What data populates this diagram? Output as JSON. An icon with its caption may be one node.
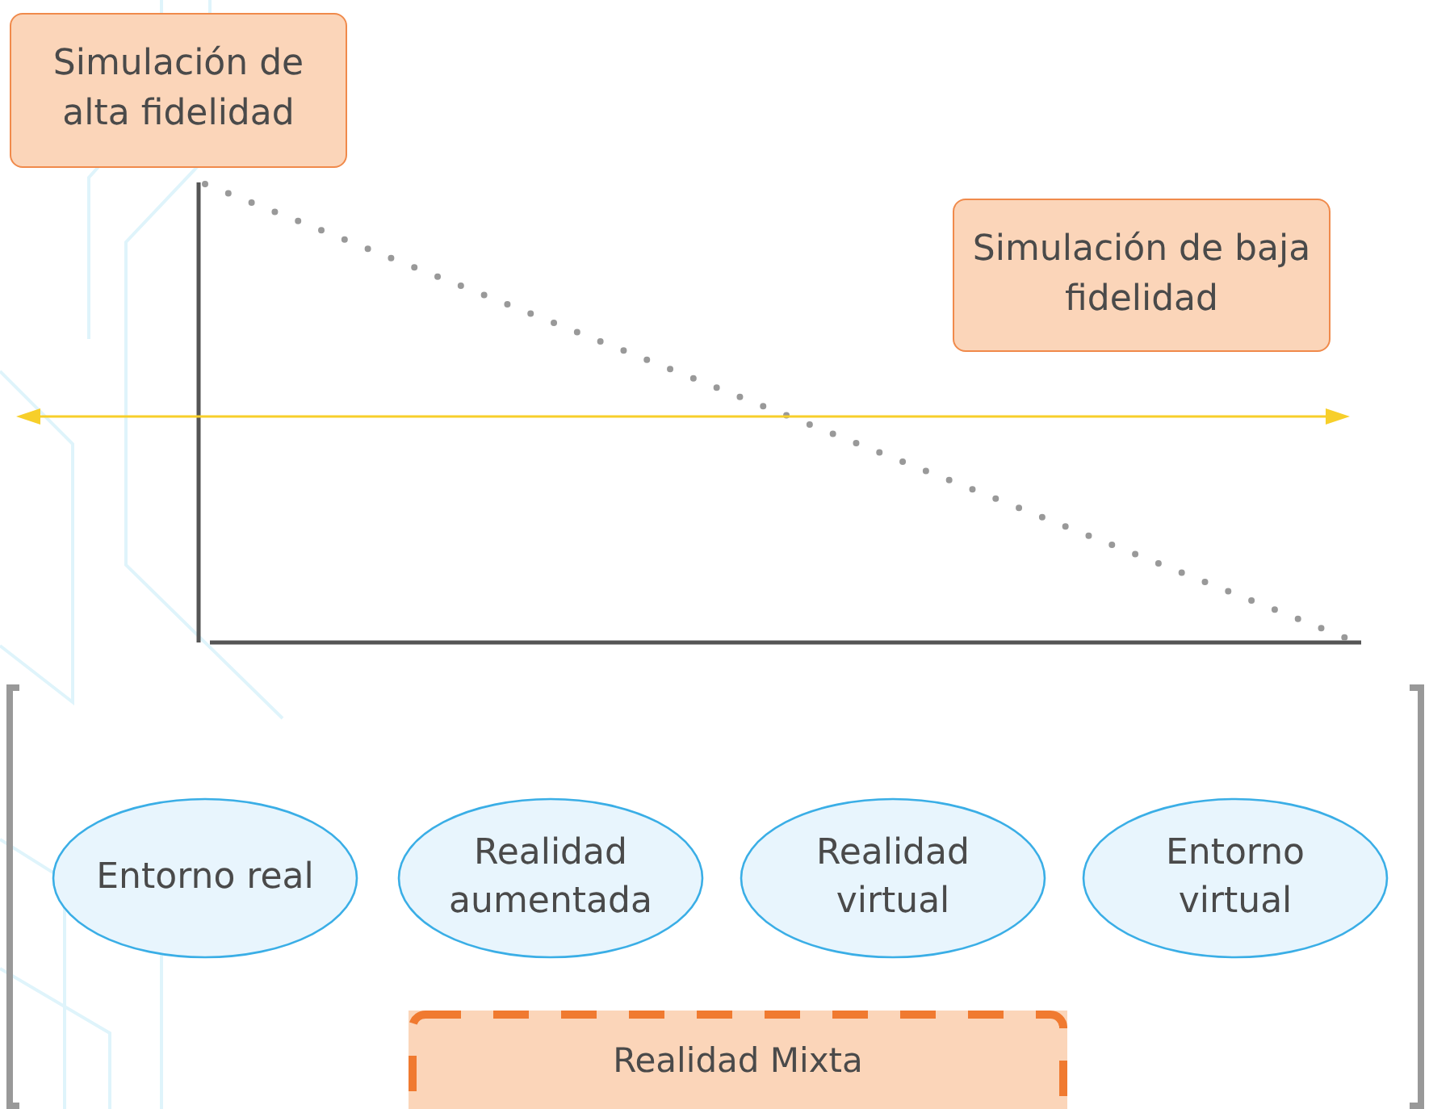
{
  "diagram": {
    "nodes": [
      {
        "text": [
          "Simulación de alta fidelidad"
        ]
      },
      {
        "text": [
          "Simulación de baja fidelidad"
        ]
      },
      {
        "text": [
          "Entorno real"
        ]
      },
      {
        "text": [
          "Realidad aumentada"
        ]
      },
      {
        "text": [
          "Realidad virtual"
        ]
      },
      {
        "text": [
          "Entorno virtual"
        ]
      },
      {
        "text": [
          "Realidad Mixta"
        ]
      }
    ]
  }
}
